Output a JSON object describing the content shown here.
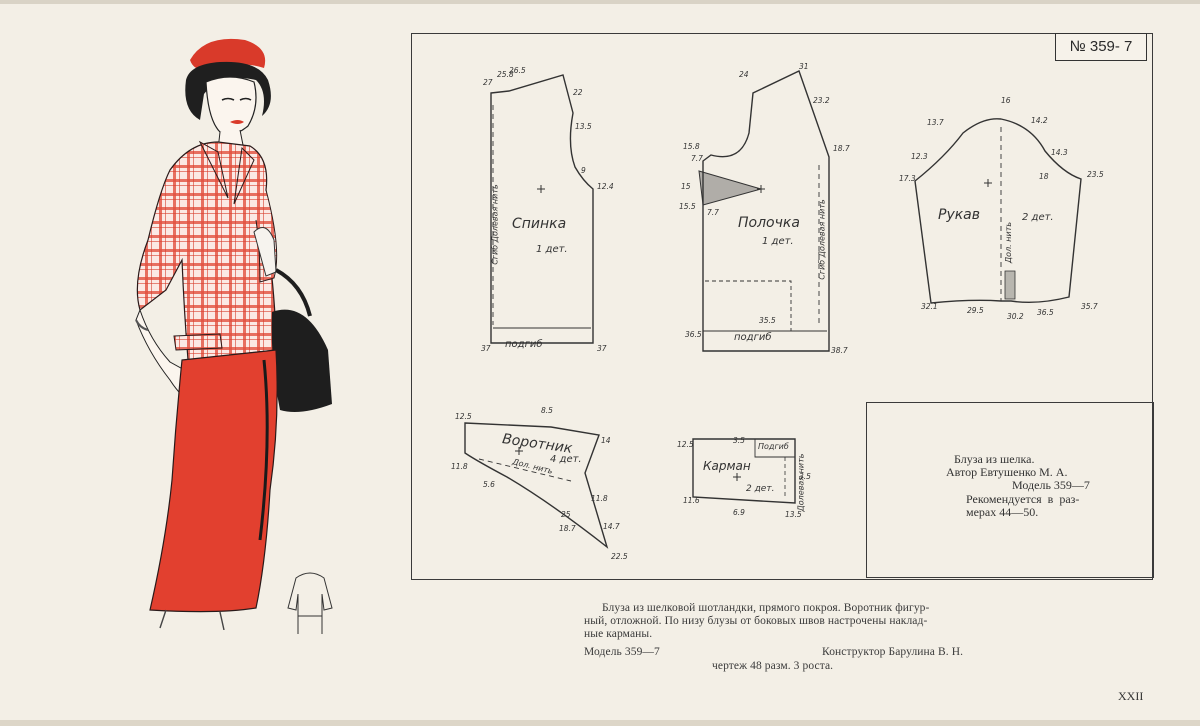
{
  "model_number": "№ 359- 7",
  "pieces": {
    "back": {
      "title": "Спинка",
      "count": "1 дет.",
      "grain": "Сгиб  Долевая нить",
      "hem": "подгиб"
    },
    "front": {
      "title": "Полочка",
      "count": "1 дет.",
      "grain": "Сгиб  Долевая нить",
      "hem": "подгиб"
    },
    "sleeve": {
      "title": "Рукав",
      "count": "2 дет.",
      "grain": "Дол. нить"
    },
    "collar": {
      "title": "Воротник",
      "count": "4 дет.",
      "grain": "Дол. нить"
    },
    "pocket": {
      "title": "Карман",
      "count": "2 дет.",
      "hem": "Подгиб",
      "grain": "Долевая нить"
    }
  },
  "info": {
    "line1": "Блуза из шелка.",
    "line2": "Автор Евтушенко М. А.",
    "line3": "Модель 359—7",
    "line4": "Рекомендуется  в  раз-",
    "line5": "мерах 44—50."
  },
  "caption": {
    "line1": "Блуза из шелковой шотландки, прямого покроя. Воротник фигур-",
    "line2": "ный, отложной. По низу блузы от боковых швов  настрочены наклад-",
    "line3": "ные карманы.",
    "model": "Модель 359—7",
    "constructor": "Конструктор Барулина В. Н.",
    "drawing": "чертеж 48 разм. 3 роста."
  },
  "page_number": "XXII"
}
